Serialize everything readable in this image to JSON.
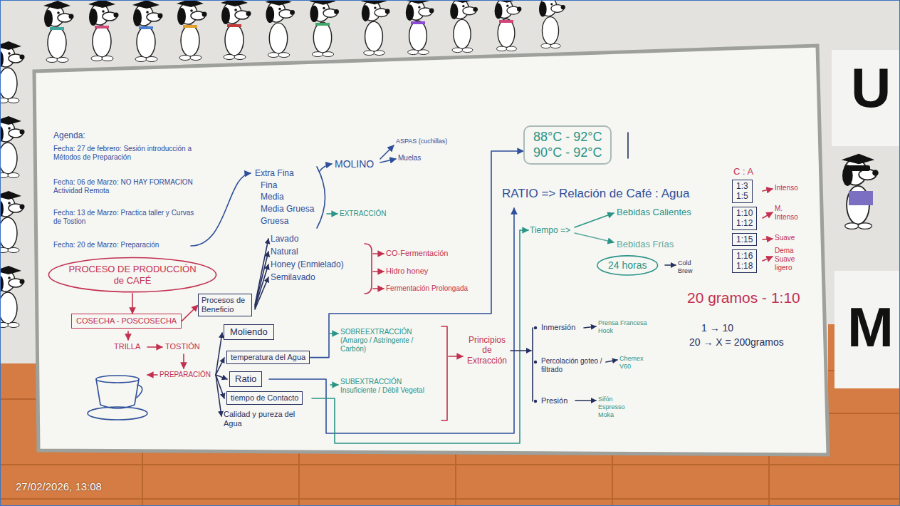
{
  "diagram": {
    "nodes": [
      {
        "text": [
          "PROCESO DE PRODUCCIÓN de CAFÉ"
        ]
      },
      {
        "text": [
          "COSECHA - POSCOSECHA"
        ]
      },
      {
        "text": [
          "Procesos de Beneficio"
        ]
      },
      {
        "text": [
          "Moliendo"
        ]
      },
      {
        "text": [
          "temperatura del Agua"
        ]
      },
      {
        "text": [
          "Ratio"
        ]
      },
      {
        "text": [
          "tiempo de Contacto"
        ]
      },
      {
        "text": [
          "88°C - 92°C",
          "90°C - 92°C"
        ]
      },
      {
        "text": [
          "24 horas"
        ]
      },
      {
        "text": [
          "1:3",
          "1:5"
        ]
      },
      {
        "text": [
          "1:10",
          "1:12"
        ]
      },
      {
        "text": [
          "1:15"
        ]
      },
      {
        "text": [
          "1:16",
          "1:18"
        ]
      }
    ],
    "edges": [
      {
        "from": 0,
        "to": 1,
        "arrow": "to"
      },
      {
        "from": 1,
        "to": 2,
        "arrow": "to"
      },
      {
        "from": 4,
        "to": 7,
        "arrow": "to"
      }
    ],
    "labels": [
      "Agenda:",
      "Fecha: 27 de febrero: Sesión introducción a Métodos de Preparación",
      "Fecha: 06 de Marzo: NO HAY FORMACION Actividad Remota",
      "Fecha: 13 de Marzo: Practica taller y Curvas de Tostion",
      "Fecha: 20 de Marzo: Preparación",
      "TRILLA",
      "TOSTIÓN",
      "PREPARACIÓN",
      "Calidad y pureza del Agua",
      "Extra Fina",
      "Fina",
      "Media",
      "Media Gruesa",
      "Gruesa",
      "EXTRACCIÓN",
      "MOLINO",
      "ASPAS (cuchillas)",
      "Muelas",
      "Lavado",
      "Natural",
      "Honey (Enmielado)",
      "Semilavado",
      "CO-Fermentación",
      "Hidro honey",
      "Fermentación Prolongada",
      "SOBREEXTRACCIÓN (Amargo / Astringente / Carbón)",
      "SUBEXTRACCIÓN Insuficiente / Débil Vegetal",
      "Principios de Extracción",
      "RATIO => Relación de Café : Agua",
      "Tiempo =>",
      "Bebidas Calientes",
      "Bebidas Frías",
      "Cold Brew",
      "C : A",
      "Intenso",
      "M. Intenso",
      "Suave",
      "Dema Suave ligero",
      "20 gramos - 1:10",
      "1 → 10",
      "20 → X = 200gramos",
      "Inmersión",
      "Prensa Francesa Hook",
      "Percolación goteo / filtrado",
      "Chemex V60",
      "Presión",
      "Sifón Espresso Moka",
      "27/02/2026, 13:08",
      "U",
      "M"
    ]
  }
}
